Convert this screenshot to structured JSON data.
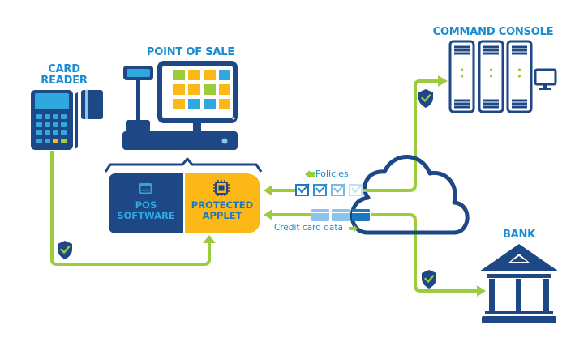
{
  "diagram": {
    "nodes": {
      "card_reader": {
        "label_line1": "CARD",
        "label_line2": "READER"
      },
      "point_of_sale": {
        "label": "POINT OF SALE"
      },
      "pos_software": {
        "label_line1": "POS",
        "label_line2": "SOFTWARE"
      },
      "protected_applet": {
        "label_line1": "PROTECTED",
        "label_line2": "APPLET"
      },
      "command_console": {
        "label": "COMMAND CONSOLE"
      },
      "bank": {
        "label": "BANK"
      }
    },
    "flows": {
      "policies": {
        "label": "Policies",
        "direction": "cloud-to-applet"
      },
      "credit_card_data": {
        "label": "Credit card data",
        "direction": "applet-to-cloud"
      }
    },
    "icons": [
      "card-reader-icon",
      "pos-terminal-icon",
      "code-window-icon",
      "chip-icon",
      "cloud-icon",
      "server-rack-icon",
      "monitor-icon",
      "bank-icon",
      "shield-check-icon",
      "checkbox-icon",
      "credit-card-icon"
    ],
    "colors": {
      "navy": "#1d4785",
      "sky": "#2fa8e0",
      "green": "#9ccb3b",
      "amber": "#fbb817",
      "label_blue": "#1a8bd0"
    }
  }
}
